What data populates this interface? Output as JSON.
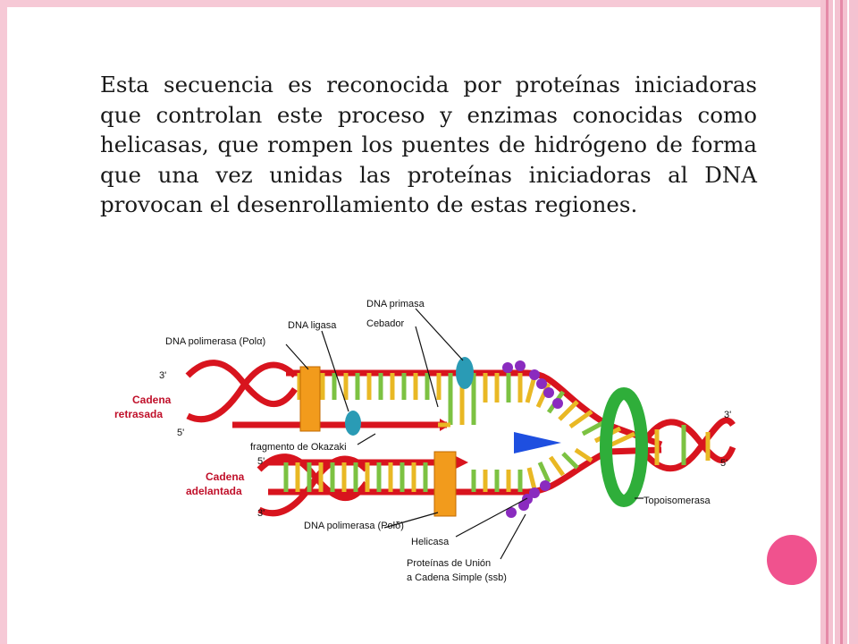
{
  "slide": {
    "paragraph": "Esta secuencia es reconocida por proteínas iniciadoras que controlan este proceso y enzimas conocidas como helicasas, que rompen los puentes de hidrógeno de forma que una vez unidas las proteínas iniciadoras al DNA provocan el desenrollamiento de estas regiones."
  },
  "diagram": {
    "labels": {
      "dna_primasa": "DNA primasa",
      "cebador": "Cebador",
      "dna_ligasa": "DNA ligasa",
      "polimerasa_top": "DNA polimerasa (Polα)",
      "cadena_retrasada_1": "Cadena",
      "cadena_retrasada_2": "retrasada",
      "fragmento_okazaki": "fragmento de Okazaki",
      "cadena_adelantada_1": "Cadena",
      "cadena_adelantada_2": "adelantada",
      "polimerasa_bottom": "DNA polimerasa (Polδ)",
      "helicasa": "Helicasa",
      "ssb_1": "Proteínas de Unión",
      "ssb_2": "a Cadena Simple (ssb)",
      "topoisomerasa": "Topoisomerasa"
    },
    "primes": {
      "three_top_left": "3'",
      "five_mid_left": "5'",
      "five_lower_left": "5'",
      "three_bottom_left": "3'",
      "three_right": "3'",
      "five_right": "5'"
    }
  },
  "colors": {
    "frame": "#f6c9d6",
    "accent_pink": "#f0528e",
    "strand_red": "#d8141e",
    "base_yellow": "#e9b824",
    "base_green": "#7cc242",
    "enzyme_orange": "#f29b1c",
    "primasa_teal": "#2a9bb5",
    "ssb_purple": "#8a2bbf",
    "topo_green": "#2fae3a",
    "helicasa_blue": "#1e4fe0"
  }
}
